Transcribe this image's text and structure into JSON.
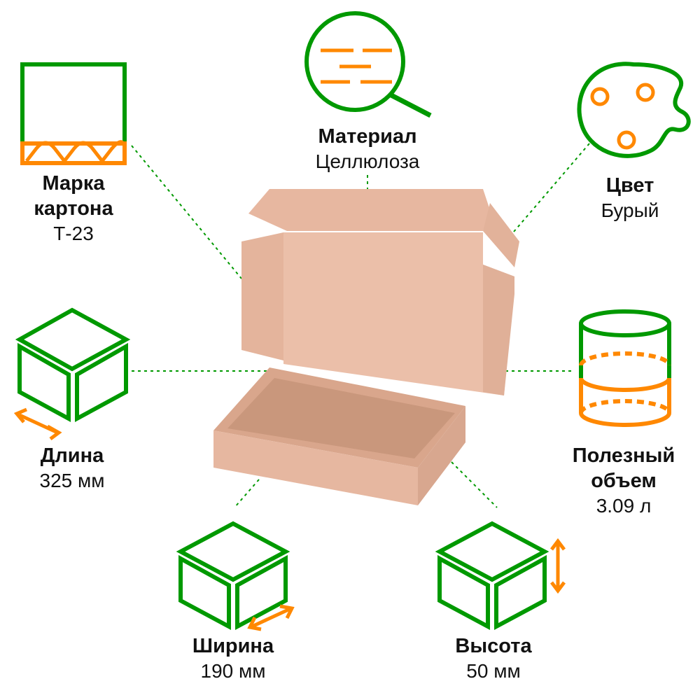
{
  "colors": {
    "green": "#009900",
    "orange": "#ff8800",
    "box_light": "#e9b9a2",
    "box_mid": "#dcab92",
    "box_dark": "#c99478"
  },
  "specs": {
    "grade": {
      "title_line1": "Марка",
      "title_line2": "картона",
      "value": "Т-23",
      "icon": "corrugated-cardboard-icon"
    },
    "material": {
      "title": "Материал",
      "value": "Целлюлоза",
      "icon": "magnifier-icon"
    },
    "color": {
      "title": "Цвет",
      "value": "Бурый",
      "icon": "palette-icon"
    },
    "length": {
      "title": "Длина",
      "value": "325 мм",
      "icon": "cube-length-icon"
    },
    "volume": {
      "title_line1": "Полезный",
      "title_line2": "объем",
      "value": "3.09 л",
      "icon": "cylinder-volume-icon"
    },
    "width": {
      "title": "Ширина",
      "value": "190 мм",
      "icon": "cube-width-icon"
    },
    "height": {
      "title": "Высота",
      "value": "50 мм",
      "icon": "cube-height-icon"
    }
  }
}
